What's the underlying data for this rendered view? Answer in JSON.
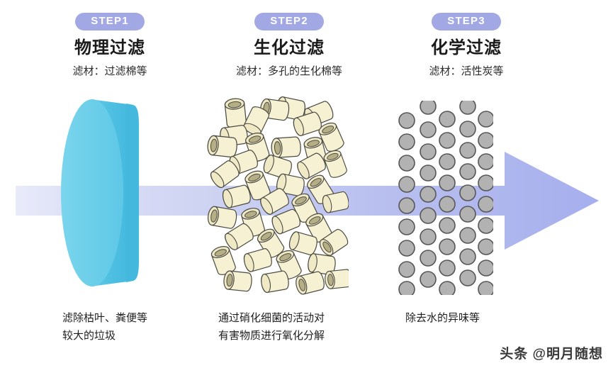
{
  "figure": {
    "title_semantic": "three-stage-aquarium-filtration-diagram",
    "background": "#ffffff",
    "accent_periwinkle": "#a2a8e4",
    "arrow_color": "#a6afee",
    "arrow_tail_color": "#dfe2f7"
  },
  "arrow": {
    "label": "process-flow-arrow",
    "direction": "left-to-right"
  },
  "steps": [
    {
      "badge": "STEP1",
      "title": "物理过滤",
      "subtitle": "滤材：过滤棉等",
      "caption": "滤除枯叶、粪便等\n较大的垃圾",
      "media": "filter-sponge-cylinder",
      "media_colors": {
        "face": "#6ccfe9",
        "body": "#4fbfe0",
        "edge": "#35aed4"
      }
    },
    {
      "badge": "STEP2",
      "title": "生化过滤",
      "subtitle": "滤材：多孔的生化棉等",
      "caption": "通过硝化细菌的活动对\n有害物质进行氧化分解",
      "media": "bio-ring-cluster",
      "media_colors": {
        "body": "#f6f0d2",
        "body_shade": "#ece3bd",
        "hole": "#b5ae84",
        "outline": "#4a4a42"
      }
    },
    {
      "badge": "STEP3",
      "title": "化学过滤",
      "subtitle": "滤材：活性炭等",
      "caption": "除去水的异味等",
      "media": "activated-carbon-granules",
      "media_colors": {
        "fill": "#b0b0b0",
        "outline": "#555555"
      }
    }
  ],
  "watermark": {
    "text": "头条 @明月随想"
  }
}
